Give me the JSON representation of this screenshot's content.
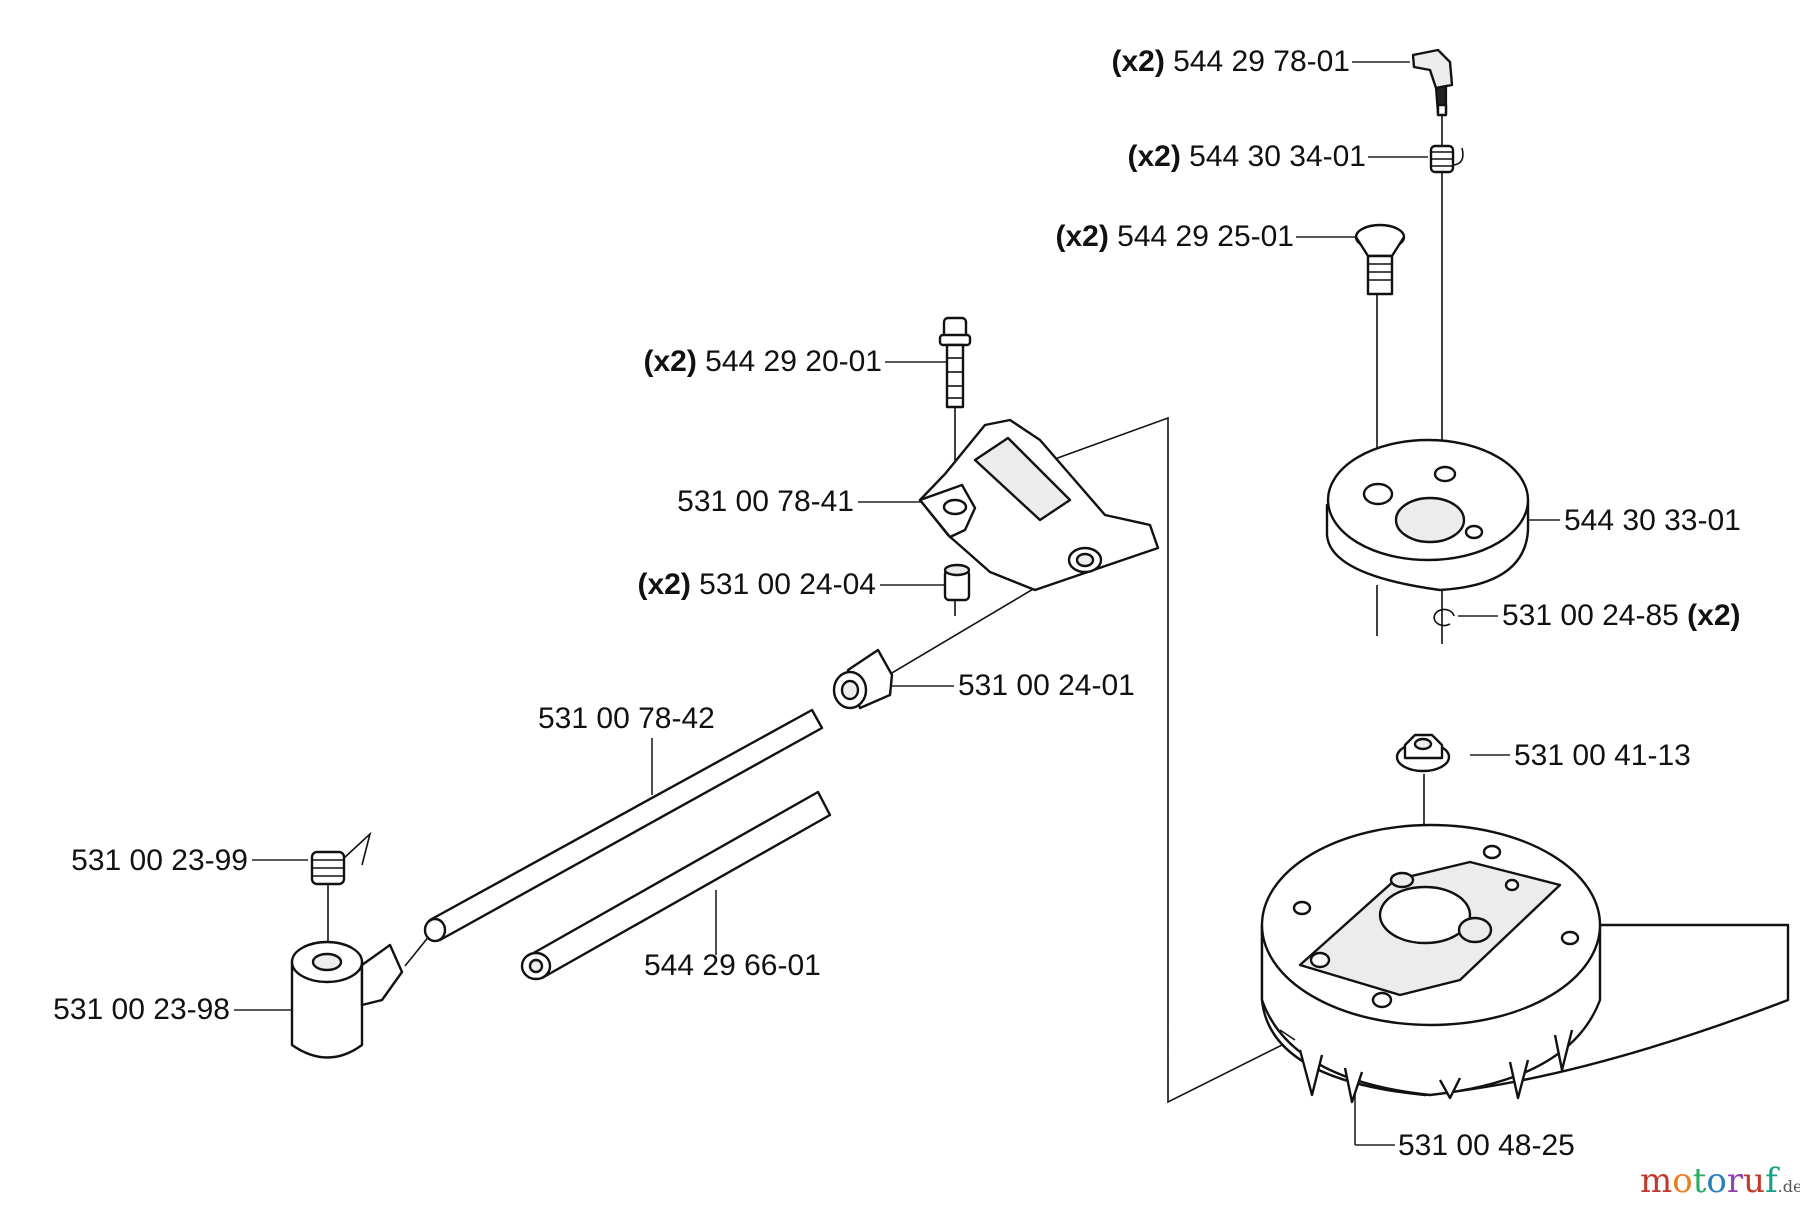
{
  "labels": {
    "l1": {
      "qty": "(x2)",
      "num": "544 29 78-01"
    },
    "l2": {
      "qty": "(x2)",
      "num": "544 30 34-01"
    },
    "l3": {
      "qty": "(x2)",
      "num": "544 29 25-01"
    },
    "l4": {
      "qty": "(x2)",
      "num": "544 29 20-01"
    },
    "l5": {
      "num": "531 00 78-41"
    },
    "l6": {
      "qty": "(x2)",
      "num": "531 00 24-04"
    },
    "l7": {
      "num": "544 30 33-01"
    },
    "l8": {
      "num": "531 00 24-85",
      "qty": "(x2)"
    },
    "l9": {
      "num": "531 00 24-01"
    },
    "l10": {
      "num": "531 00 78-42"
    },
    "l11": {
      "num": "531 00 41-13"
    },
    "l12": {
      "num": "531 00 23-99"
    },
    "l13": {
      "num": "544 29 66-01"
    },
    "l14": {
      "num": "531 00 23-98"
    },
    "l15": {
      "num": "531 00 48-25"
    }
  },
  "watermark": {
    "text": "motoruf",
    "suffix": ".de",
    "colors": [
      "#c0392b",
      "#e67e22",
      "#27ae60",
      "#2980b9",
      "#8e44ad",
      "#c0392b",
      "#16a085"
    ]
  }
}
